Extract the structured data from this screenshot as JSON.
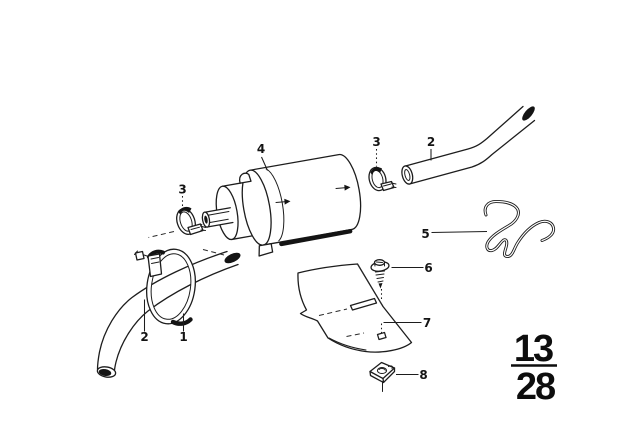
{
  "page": {
    "background_color": "#ffffff",
    "line_color": "#1d1d1d"
  },
  "diagram": {
    "type": "exploded-parts-line-drawing",
    "callouts": {
      "c1": {
        "label": "1"
      },
      "c2_left": {
        "label": "2"
      },
      "c3_left": {
        "label": "3"
      },
      "c4": {
        "label": "4"
      },
      "c3_right": {
        "label": "3"
      },
      "c2_right": {
        "label": "2"
      },
      "c5": {
        "label": "5"
      },
      "c6": {
        "label": "6"
      },
      "c7": {
        "label": "7"
      },
      "c8": {
        "label": "8"
      }
    }
  },
  "sheet_number": {
    "numerator": "13",
    "denominator": "28"
  }
}
